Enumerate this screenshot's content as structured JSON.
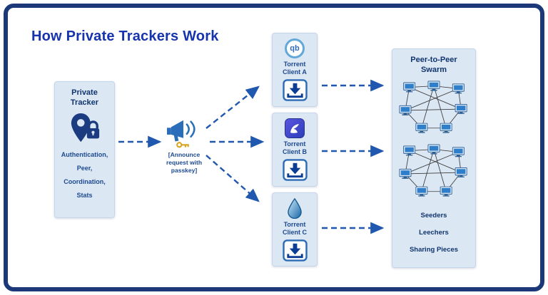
{
  "title": "How Private Trackers Work",
  "tracker": {
    "title": "Private Tracker",
    "items": [
      "Authentication,",
      "Peer,",
      "Coordination,",
      "Stats"
    ]
  },
  "announce": {
    "label": "[Announce request with passkey]"
  },
  "clients": [
    {
      "label": "Torrent Client A",
      "icon": "qbittorrent-icon",
      "icon_text": "qb"
    },
    {
      "label": "Torrent Client B",
      "icon": "torrent-client-b-icon"
    },
    {
      "label": "Torrent Client C",
      "icon": "deluge-drop-icon"
    }
  ],
  "swarm": {
    "title": "Peer-to-Peer Swarm",
    "labels": [
      "Seeders",
      "Leechers",
      "Sharing Pieces"
    ]
  },
  "colors": {
    "frame_navy": "#1c3879",
    "title_blue": "#1634ae",
    "box_fill": "#dce7f4",
    "arrow_blue": "#2058b0",
    "text_navy": "#1d4a8f"
  }
}
